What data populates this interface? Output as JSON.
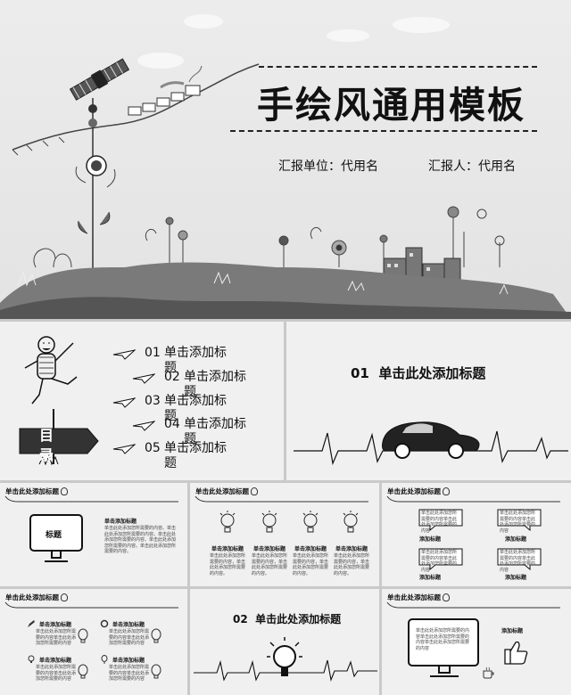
{
  "hero": {
    "title": "手绘风通用模板",
    "unit_label": "汇报单位：代用名",
    "reporter_label": "汇报人：代用名"
  },
  "toc": {
    "badge": "目 录",
    "items": [
      {
        "num": "01",
        "text": "单击添加标题"
      },
      {
        "num": "02",
        "text": "单击添加标题"
      },
      {
        "num": "03",
        "text": "单击添加标题"
      },
      {
        "num": "04",
        "text": "单击添加标题"
      },
      {
        "num": "05",
        "text": "单击添加标题"
      }
    ]
  },
  "section1": {
    "num": "01",
    "title": "单击此处添加标题"
  },
  "section2": {
    "num": "02",
    "title": "单击此处添加标题"
  },
  "mini": {
    "header": "单击此处添加标题",
    "s4": {
      "screen_label": "标题",
      "heading": "单击添加标题",
      "body": "单击此处添加您所需要的内容。单击此处添加您所需要的内容。单击此处添加您所需要的内容。单击此处添加您所需要的内容。单击此处添加您所需要的内容。"
    },
    "s5": {
      "label": "单击添加标题",
      "body": "单击此处添加您所需要的内容，单击此处添加您所需要的内容。"
    },
    "s6": {
      "label": "添加标题",
      "body": "单击此处添加您所需要的内容单击此处添加您所需要的内容"
    },
    "s7": {
      "label": "单击添加标题",
      "body": "单击此处添加您所需要的内容单击此处添加您所需要的内容"
    },
    "s9": {
      "label": "添加标题",
      "body": "单击此处添加您所需要的内容单击此处添加您所需要的内容单击此处添加您所需要的内容"
    }
  }
}
